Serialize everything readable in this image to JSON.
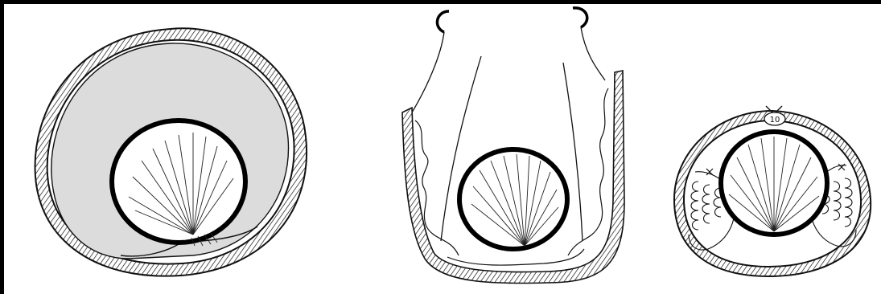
{
  "figure": {
    "panels": [
      {
        "id": "left",
        "description_label": ""
      },
      {
        "id": "middle",
        "description_label": ""
      },
      {
        "id": "right",
        "marker_text": "10"
      }
    ]
  },
  "colors": {
    "edge": "#000000",
    "ink": "#111111",
    "fill_gray": "#dcdcdc",
    "background": "#ffffff"
  }
}
